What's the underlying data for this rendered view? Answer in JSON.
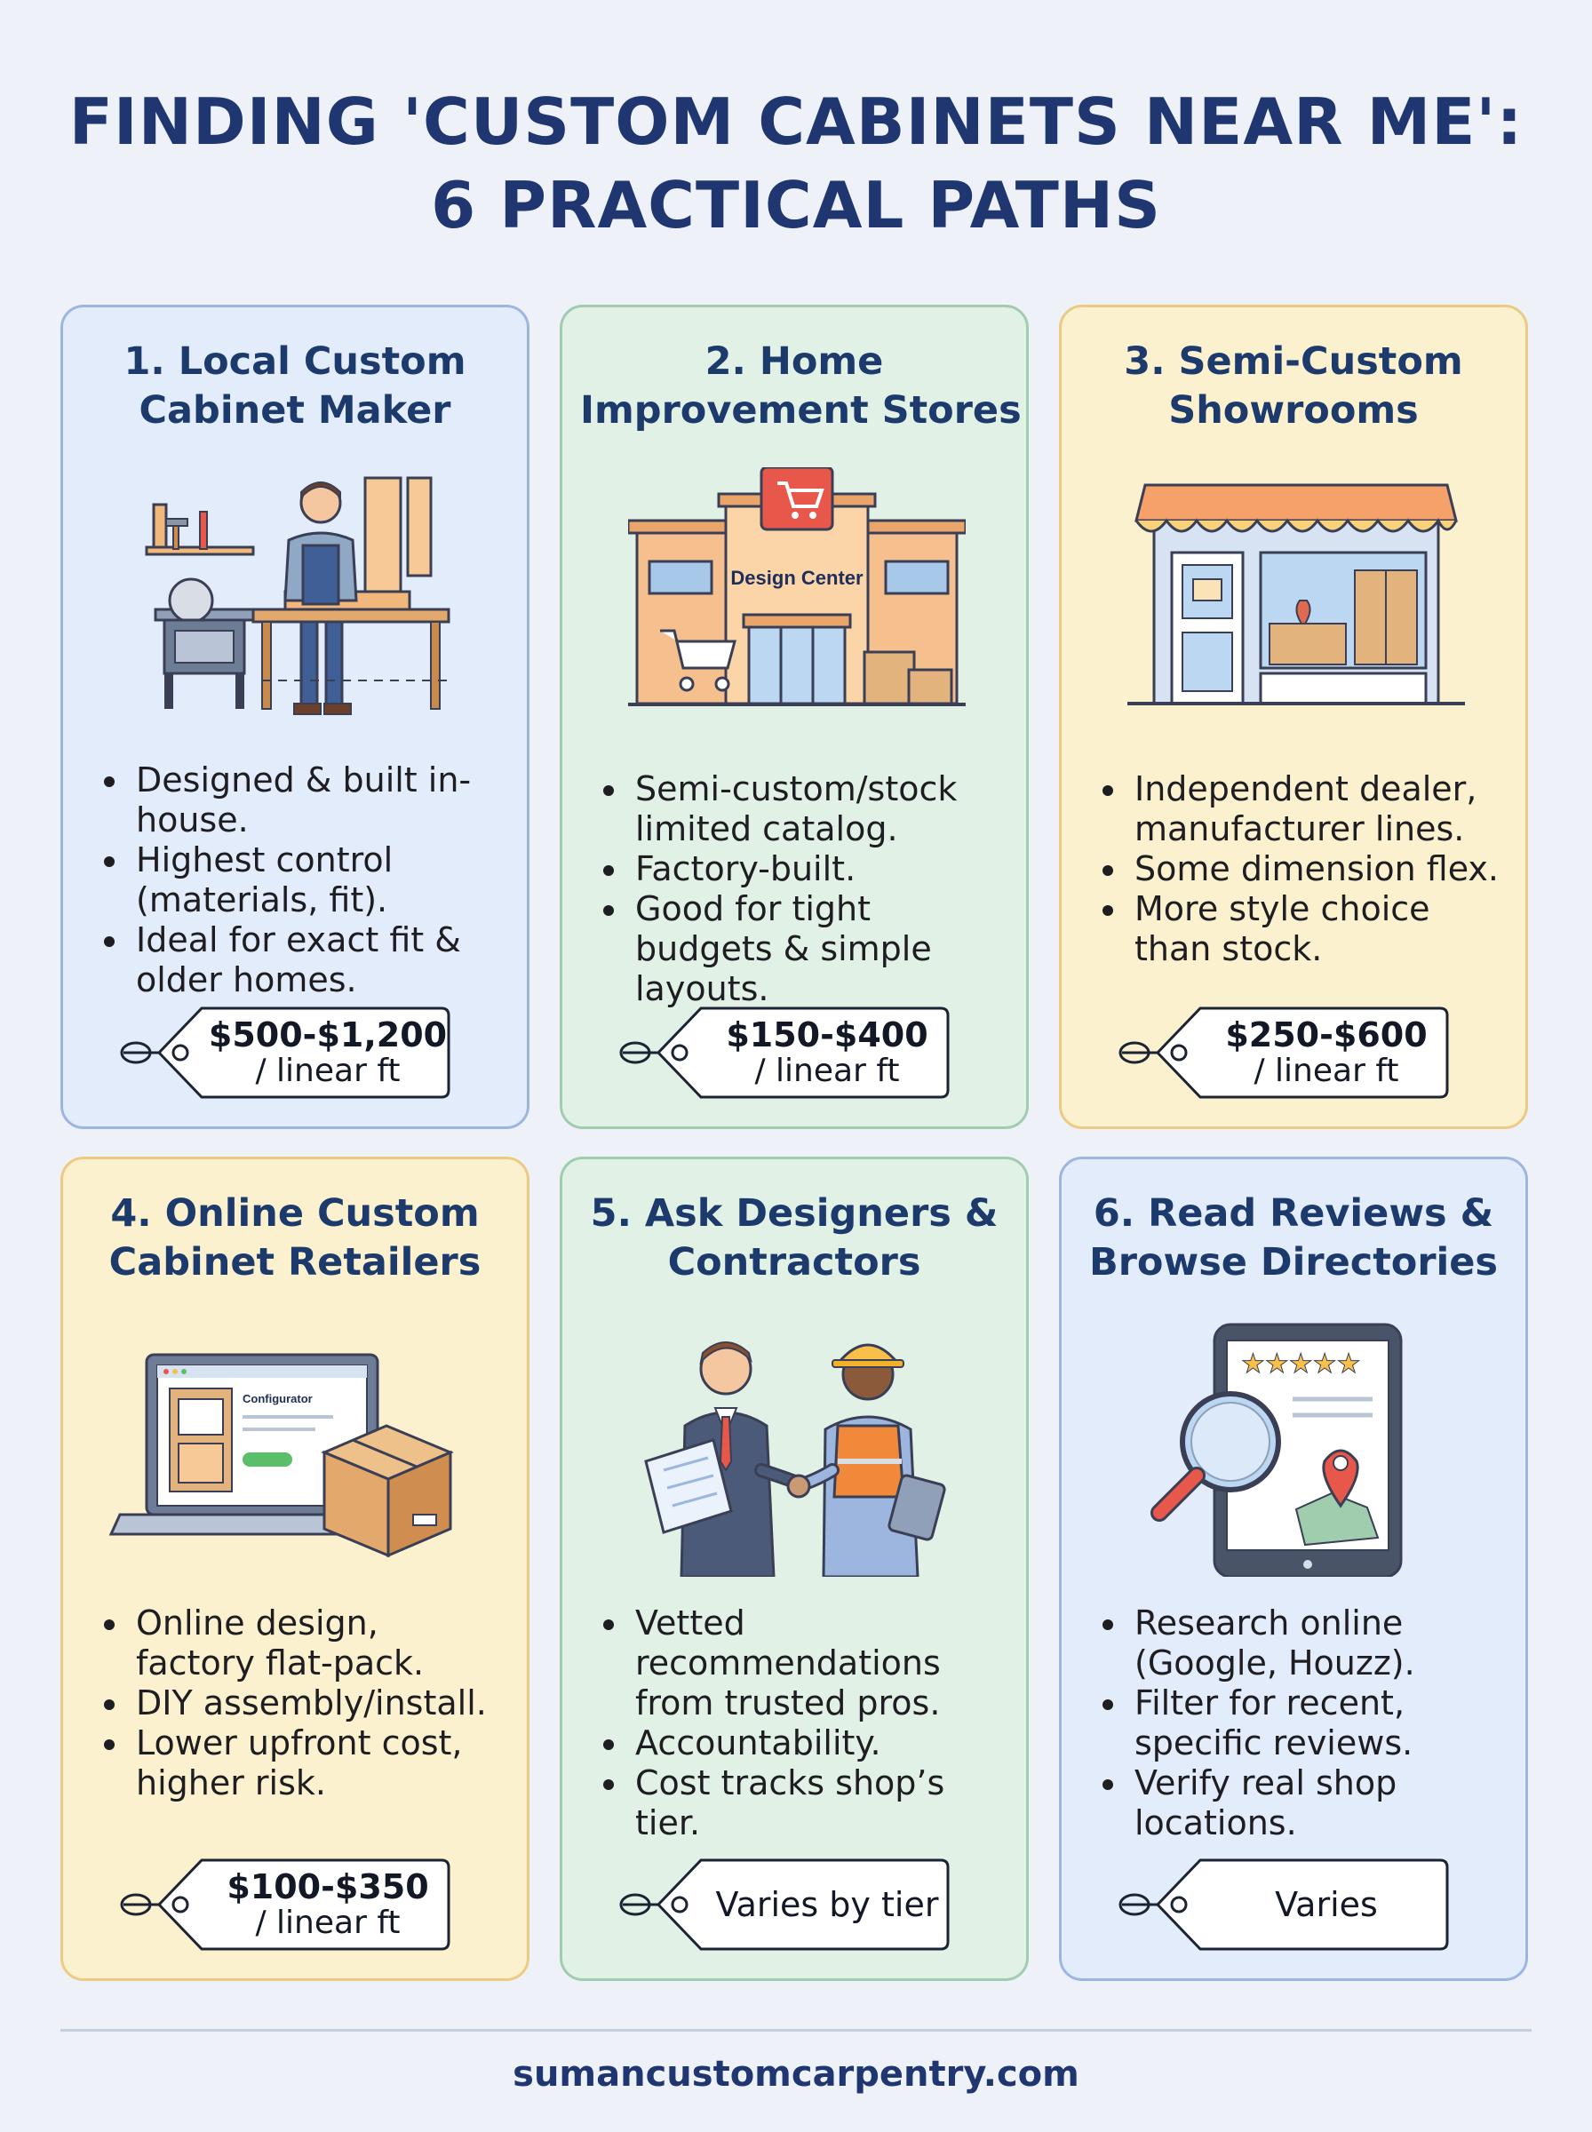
{
  "title": {
    "line1": "FINDING 'CUSTOM CABINETS NEAR ME':",
    "line2": "6 PRACTICAL PATHS"
  },
  "colors": {
    "blue": "#e3ecfa",
    "green": "#e2f1e6",
    "yellow": "#fcf1ce",
    "title": "#1f3670"
  },
  "cards": [
    {
      "title_line1": "1. Local Custom",
      "title_line2": "Cabinet Maker",
      "icon": "woodworker-icon",
      "bullets": [
        "Designed & built in-house.",
        "Highest control (materials, fit).",
        "Ideal for exact fit & older homes."
      ],
      "price": "$500-$1,200",
      "unit": "/ linear ft"
    },
    {
      "title_line1": "2. Home",
      "title_line2": "Improvement Stores",
      "icon": "store-icon",
      "store_sign": "Design Center",
      "bullets": [
        "Semi-custom/stock limited catalog.",
        "Factory-built.",
        "Good for tight budgets & simple layouts."
      ],
      "price": "$150-$400",
      "unit": "/ linear ft"
    },
    {
      "title_line1": "3. Semi-Custom",
      "title_line2": "Showrooms",
      "icon": "showroom-icon",
      "bullets": [
        "Independent dealer, manufacturer lines.",
        "Some dimension flex.",
        "More style choice than stock."
      ],
      "price": "$250-$600",
      "unit": "/ linear ft"
    },
    {
      "title_line1": "4. Online Custom",
      "title_line2": "Cabinet Retailers",
      "icon": "laptop-box-icon",
      "screen_label": "Configurator",
      "bullets": [
        "Online design, factory flat-pack.",
        "DIY assembly/install.",
        "Lower upfront cost, higher risk."
      ],
      "price": "$100-$350",
      "unit": "/ linear ft"
    },
    {
      "title_line1": "5. Ask Designers &",
      "title_line2": "Contractors",
      "icon": "handshake-icon",
      "bullets": [
        "Vetted recommendations from trusted pros.",
        "Accountability.",
        "Cost tracks shop’s tier."
      ],
      "price_single": "Varies by tier"
    },
    {
      "title_line1": "6. Read Reviews &",
      "title_line2": "Browse Directories",
      "icon": "tablet-reviews-icon",
      "bullets": [
        "Research online (Google, Houzz).",
        "Filter for recent, specific reviews.",
        "Verify real shop locations."
      ],
      "price_single": "Varies"
    }
  ],
  "footer": "sumancustomcarpentry.com"
}
